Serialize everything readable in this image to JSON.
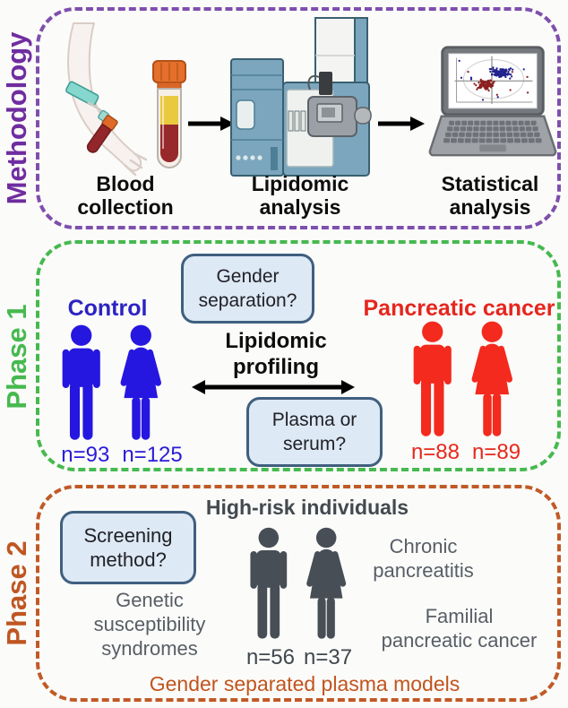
{
  "colors": {
    "methodology_accent": "#6f2da0",
    "methodology_border": "#7e4fae",
    "phase1_accent": "#46b94f",
    "phase2_accent": "#bf5622",
    "control_blue": "#2517e0",
    "control_text_blue": "#2c23c3",
    "cancer_red": "#f32a1d",
    "cancer_text_red": "#e5261e",
    "highrisk_gray": "#474e56",
    "question_box_bg": "#dde9f5",
    "question_box_border": "#3f5f7e",
    "scatter_blue": "#23238f",
    "scatter_red": "#8c1f1f"
  },
  "panels": {
    "methodology": {
      "label": "Methodology",
      "steps": [
        {
          "line1": "Blood",
          "line2": "collection"
        },
        {
          "line1": "Lipidomic",
          "line2": "analysis"
        },
        {
          "line1": "Statistical",
          "line2": "analysis"
        }
      ]
    },
    "phase1": {
      "label": "Phase 1",
      "control": {
        "title": "Control",
        "n_male": "n=93",
        "n_female": "n=125"
      },
      "cancer": {
        "title": "Pancreatic cancer",
        "n_male": "n=88",
        "n_female": "n=89"
      },
      "question_top": {
        "line1": "Gender",
        "line2": "separation?"
      },
      "center": {
        "line1": "Lipidomic",
        "line2": "profiling"
      },
      "question_bottom": {
        "line1": "Plasma or",
        "line2": "serum?"
      }
    },
    "phase2": {
      "label": "Phase 2",
      "title": "High-risk individuals",
      "question": {
        "line1": "Screening",
        "line2": "method?"
      },
      "risk_left": {
        "line1": "Genetic",
        "line2": "susceptibility",
        "line3": "syndromes"
      },
      "cohort": {
        "n_male": "n=56",
        "n_female": "n=37"
      },
      "risk_right_top": {
        "line1": "Chronic",
        "line2": "pancreatitis"
      },
      "risk_right_bottom": {
        "line1": "Familial",
        "line2": "pancreatic cancer"
      },
      "footer": "Gender separated plasma models"
    }
  }
}
